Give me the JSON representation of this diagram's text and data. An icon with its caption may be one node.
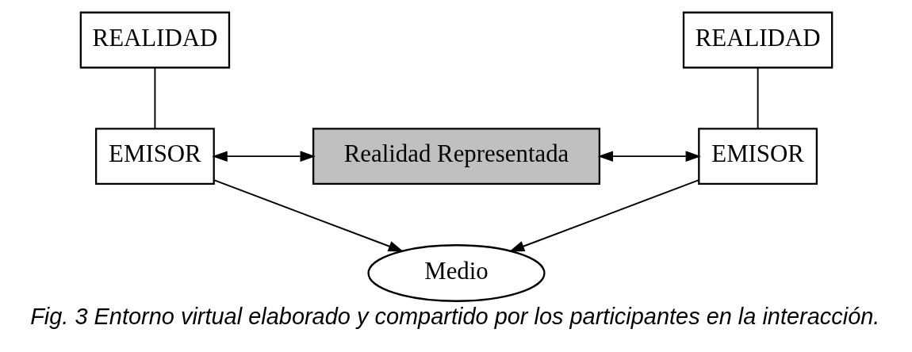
{
  "diagram": {
    "caption": "Fig. 3 Entorno virtual elaborado y compartido por los participantes en la interacción.",
    "nodes": [
      {
        "text": [
          "REALIDAD"
        ]
      },
      {
        "text": [
          "REALIDAD"
        ]
      },
      {
        "text": [
          "EMISOR"
        ]
      },
      {
        "text": [
          "Realidad Representada"
        ]
      },
      {
        "text": [
          "EMISOR"
        ]
      },
      {
        "text": [
          "Medio"
        ]
      }
    ],
    "edges": [
      {
        "from": 0,
        "to": 2,
        "arrow": "none"
      },
      {
        "from": 1,
        "to": 4,
        "arrow": "none"
      },
      {
        "from": 2,
        "to": 3,
        "arrow": "both"
      },
      {
        "from": 3,
        "to": 4,
        "arrow": "both"
      },
      {
        "from": 2,
        "to": 5,
        "arrow": "to"
      },
      {
        "from": 4,
        "to": 5,
        "arrow": "to"
      }
    ]
  }
}
